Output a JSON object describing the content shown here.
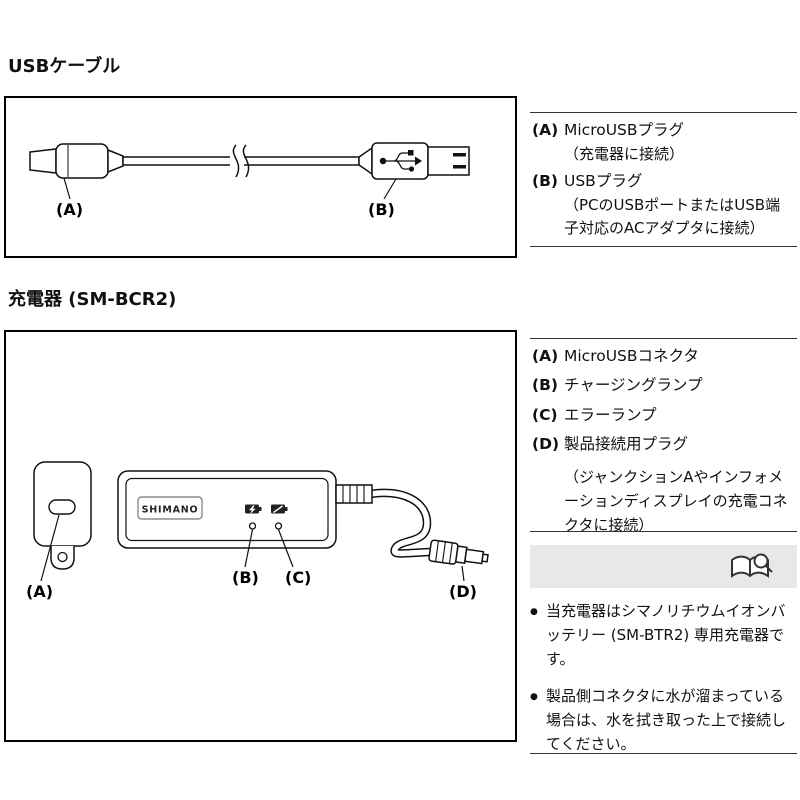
{
  "cable": {
    "heading": "USBケーブル",
    "callouts": {
      "a": "(A)",
      "b": "(B)"
    },
    "legend": [
      {
        "key": "(A)",
        "label": "MicroUSBプラグ",
        "sub": "（充電器に接続）"
      },
      {
        "key": "(B)",
        "label": "USBプラグ",
        "sub": "（PCのUSBポートまたはUSB端子対応のACアダプタに接続）"
      }
    ]
  },
  "charger": {
    "heading": "充電器 (SM-BCR2)",
    "brand": "SHIMANO",
    "callouts": {
      "a": "(A)",
      "b": "(B)",
      "c": "(C)",
      "d": "(D)"
    },
    "legend": [
      {
        "key": "(A)",
        "label": "MicroUSBコネクタ",
        "sub": ""
      },
      {
        "key": "(B)",
        "label": "チャージングランプ",
        "sub": ""
      },
      {
        "key": "(C)",
        "label": "エラーランプ",
        "sub": ""
      },
      {
        "key": "(D)",
        "label": "製品接続用プラグ",
        "sub": "（ジャンクションAやインフォメーションディスプレイの充電コネクタに接続）"
      }
    ]
  },
  "notes": {
    "bullet": "●",
    "items": [
      "当充電器はシマノリチウムイオンバッテリー (SM-BTR2) 専用充電器です。",
      "製品側コネクタに水が溜まっている場合は、水を拭き取った上で接続してください。"
    ]
  },
  "colors": {
    "text": "#111111",
    "rule": "#333333",
    "note_band": "#e8e8e8",
    "line_art": "#111111"
  }
}
